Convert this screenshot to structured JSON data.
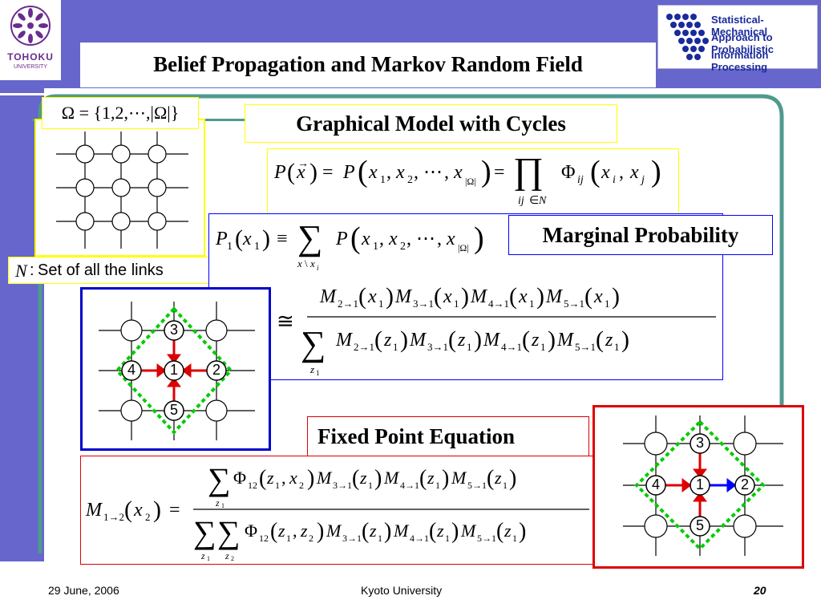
{
  "slide": {
    "title": "Belief Propagation and Markov Random Field",
    "subtitle": "Graphical Model with Cycles",
    "marginal_label": "Marginal Probability",
    "fixed_point_label": "Fixed Point Equation",
    "links_set_label": "Set of all the links",
    "links_set_symbol": "N",
    "omega_definition": "Ω = {1,2,⋯,|Ω|}"
  },
  "logos": {
    "tohoku": "TOHOKU",
    "tohoku_sub": "UNIVERSITY",
    "smapip": [
      "Statistical-Mechanical",
      "Approach to Probabilistic",
      "Information Processing"
    ]
  },
  "footer": {
    "date": "29 June, 2006",
    "venue": "Kyoto University",
    "page": "20"
  },
  "diagram_center": {
    "nodes": [
      "3",
      "4",
      "1",
      "2",
      "5"
    ]
  },
  "diagram_right": {
    "nodes": [
      "3",
      "4",
      "1",
      "2",
      "5"
    ]
  },
  "colors": {
    "banner": "#6666cc",
    "accent_blue": "#0000ff",
    "accent_red": "#dd0000",
    "frame_teal": "#4f9a8f",
    "yellow": "#ffff00",
    "green_dash": "#00cc00"
  }
}
